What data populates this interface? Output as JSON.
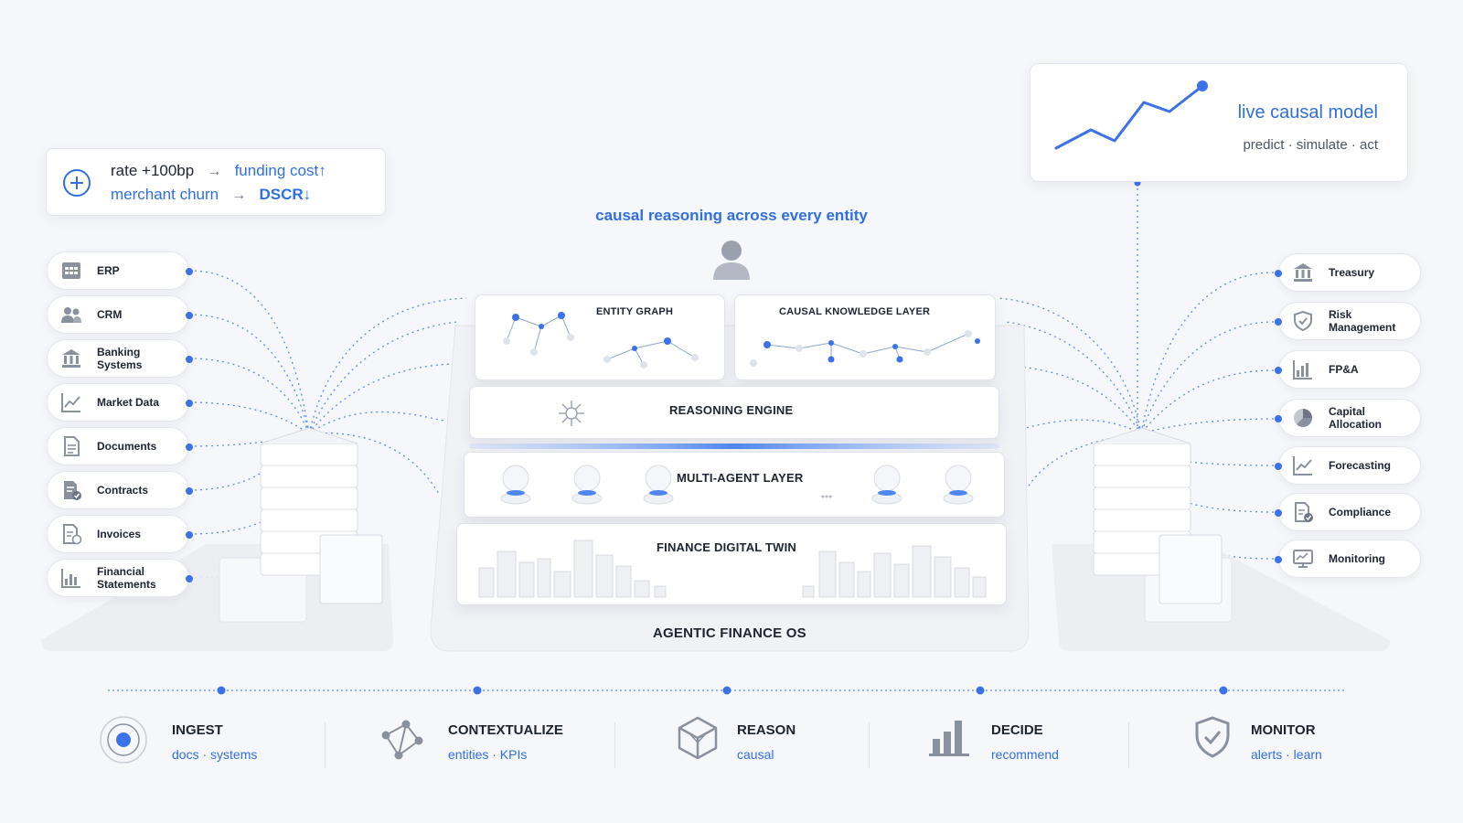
{
  "callout_left": {
    "line1": {
      "from": "rate +100bp",
      "arrow": "→",
      "to": "funding cost↑"
    },
    "line2": {
      "from": "merchant churn",
      "arrow": "→",
      "to": "DSCR↓"
    }
  },
  "callout_right": {
    "title": "live causal model",
    "subtitle": "predict · simulate · act"
  },
  "headline": "causal reasoning across every entity",
  "left_sources": [
    {
      "label": "ERP",
      "icon": "erp-grid-icon"
    },
    {
      "label": "CRM",
      "icon": "people-icon"
    },
    {
      "label": "Banking\nSystems",
      "icon": "bank-icon"
    },
    {
      "label": "Market Data",
      "icon": "line-chart-icon"
    },
    {
      "label": "Documents",
      "icon": "document-icon"
    },
    {
      "label": "Contracts",
      "icon": "contract-icon"
    },
    {
      "label": "Invoices",
      "icon": "invoice-icon"
    },
    {
      "label": "Financial\nStatements",
      "icon": "bar-chart-icon"
    }
  ],
  "right_outputs": [
    {
      "label": "Treasury",
      "icon": "bank-icon"
    },
    {
      "label": "Risk\nManagement",
      "icon": "shield-icon"
    },
    {
      "label": "FP&A",
      "icon": "bar-chart-icon"
    },
    {
      "label": "Capital\nAllocation",
      "icon": "pie-chart-icon"
    },
    {
      "label": "Forecasting",
      "icon": "line-chart-icon"
    },
    {
      "label": "Compliance",
      "icon": "compliance-icon"
    },
    {
      "label": "Monitoring",
      "icon": "monitor-icon"
    }
  ],
  "layers": {
    "entity_graph": "ENTITY GRAPH",
    "causal_knowledge": "CAUSAL KNOWLEDGE LAYER",
    "reasoning_engine": "REASONING ENGINE",
    "multi_agent": "MULTI-AGENT LAYER",
    "digital_twin": "FINANCE DIGITAL TWIN",
    "os": "AGENTIC FINANCE OS"
  },
  "steps": [
    {
      "title": "INGEST",
      "sub": "docs · systems",
      "icon": "target-icon"
    },
    {
      "title": "CONTEXTUALIZE",
      "sub": "entities · KPIs",
      "icon": "graph-icon"
    },
    {
      "title": "REASON",
      "sub": "causal",
      "icon": "cube-icon"
    },
    {
      "title": "DECIDE",
      "sub": "recommend",
      "icon": "bar-chart-icon"
    },
    {
      "title": "MONITOR",
      "sub": "alerts · learn",
      "icon": "shield-check-icon"
    }
  ],
  "colors": {
    "accent": "#2f6fe0",
    "text": "#1e2430",
    "icon": "#7a8291"
  }
}
